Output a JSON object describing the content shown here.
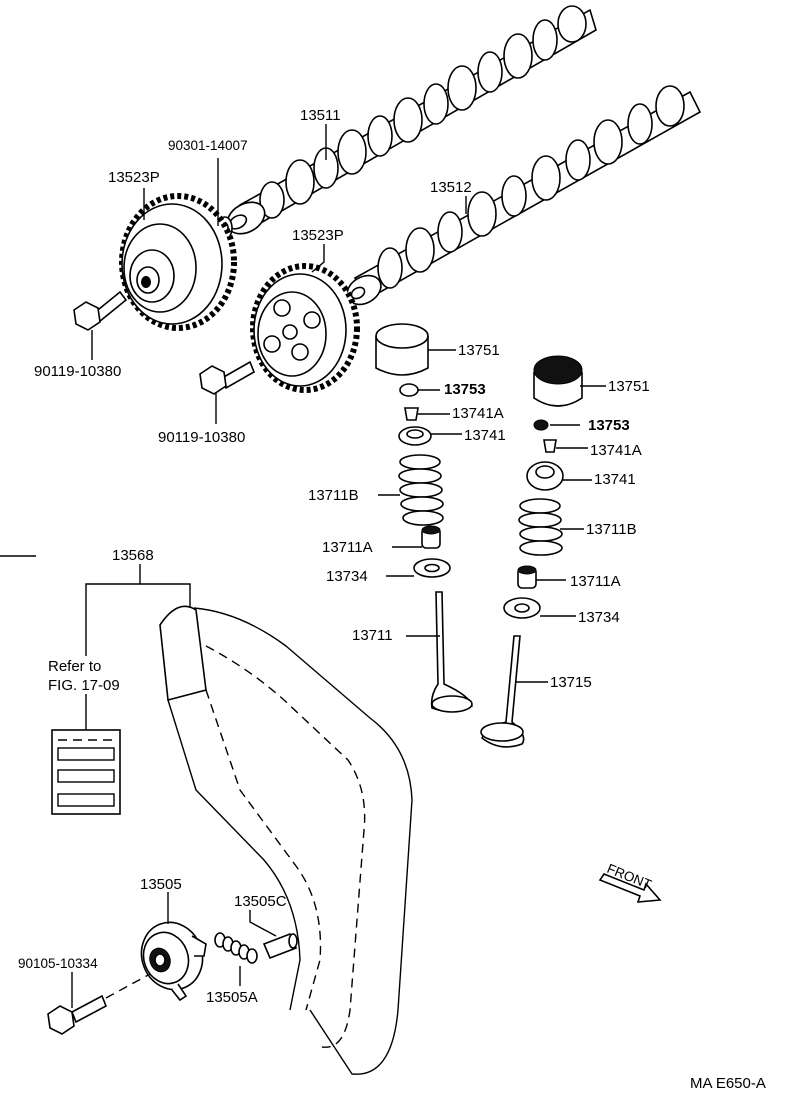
{
  "labels": {
    "camshaft_1": "13511",
    "camshaft_2": "13512",
    "bolt_plug": "90301-14007",
    "pulley_1": "13523P",
    "pulley_2": "13523P",
    "bolt_1": "90119-10380",
    "bolt_2": "90119-10380",
    "lifter_1": "13751",
    "lifter_2": "13751",
    "shim_1": "13753",
    "shim_2": "13753",
    "keeper_1": "13741A",
    "keeper_2": "13741A",
    "retainer_1": "13741",
    "retainer_2": "13741",
    "spring_1": "13711B",
    "spring_2": "13711B",
    "seal_1": "13711A",
    "seal_2": "13711A",
    "washer_1": "13734",
    "washer_2": "13734",
    "valve_1": "13711",
    "valve_2": "13715",
    "belt": "13568",
    "refer_line1": "Refer to",
    "refer_line2": "FIG. 17-09",
    "tensioner": "13505",
    "tensioner_bolt": "90105-10334",
    "tensioner_pin": "13505C",
    "tensioner_spring": "13505A",
    "front": "FRONT",
    "diagram_code": "MA E650-A"
  }
}
